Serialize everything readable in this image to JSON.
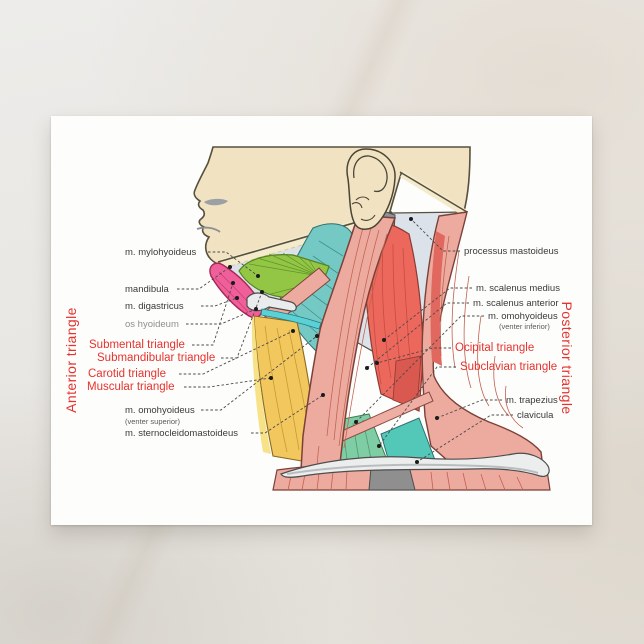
{
  "labels": {
    "left": [
      {
        "t": "m. mylohyoideus"
      },
      {
        "t": "mandibula"
      },
      {
        "t": "m. digastricus"
      },
      {
        "t": "os hyoideum"
      },
      {
        "t": "Submental triangle"
      },
      {
        "t": "Submandibular triangle"
      },
      {
        "t": "Carotid triangle"
      },
      {
        "t": "Muscular triangle"
      },
      {
        "t": "m. omohyoideus"
      },
      {
        "t": "(venter superior)"
      },
      {
        "t": "m. sternocleidomastoideus"
      }
    ],
    "right": [
      {
        "t": "processus mastoideus"
      },
      {
        "t": "m. scalenus medius"
      },
      {
        "t": "m. scalenus anterior"
      },
      {
        "t": "m. omohyoideus"
      },
      {
        "t": "(venter inferior)"
      },
      {
        "t": "Ocipital triangle"
      },
      {
        "t": "Subclavian triangle"
      },
      {
        "t": "m. trapezius"
      },
      {
        "t": "clavicula"
      }
    ],
    "vertical_left": "Anterior triangle",
    "vertical_right": "Posterior triangle"
  },
  "colors": {
    "label_red": "#e5332e",
    "label_black": "#3a3a3a",
    "label_gray": "#8f8f8f",
    "skin": "#f1e3c1",
    "fascia_bluegray": "#dbe2ea",
    "muscle_salmon": "#edab9f",
    "muscle_red": "#ec685c",
    "muscle_green": "#94c646",
    "muscle_pink": "#ef5f9a",
    "muscle_teal": "#74c9c5",
    "muscle_yellow": "#f2c75e",
    "muscle_seafoam": "#7fcda5",
    "muscle_teal_lower": "#54c8b8",
    "tendon_cyan": "#5bd1d6",
    "bone_white": "#eceeee"
  }
}
